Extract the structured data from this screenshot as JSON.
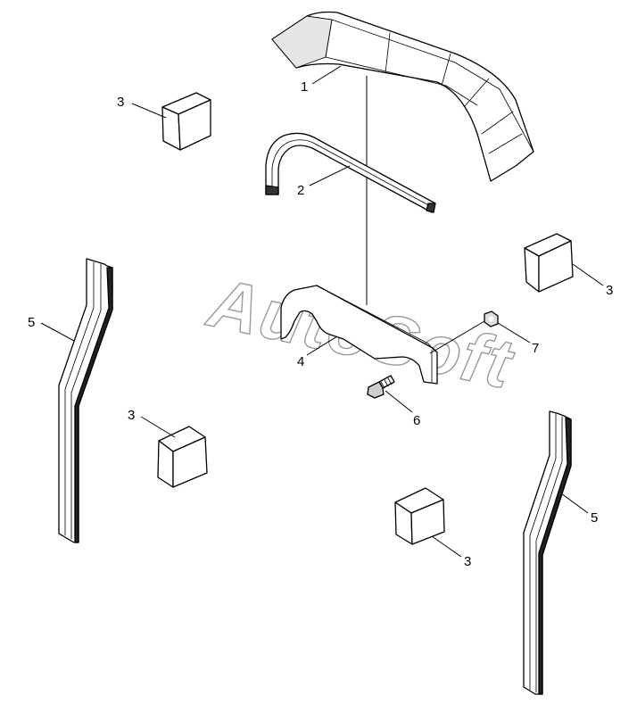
{
  "watermark": "AutoSoft",
  "callouts": {
    "c1": "1",
    "c2": "2",
    "c3a": "3",
    "c3b": "3",
    "c3c": "3",
    "c3d": "3",
    "c4": "4",
    "c5a": "5",
    "c5b": "5",
    "c6": "6",
    "c7": "7"
  }
}
